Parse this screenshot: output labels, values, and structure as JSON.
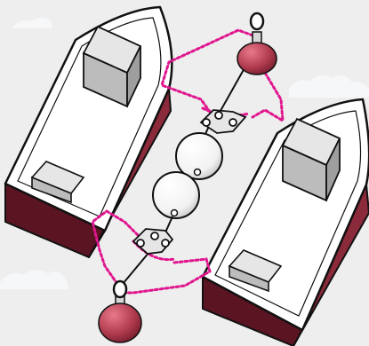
{
  "diagram": {
    "subject": "twin-boat-rafting-with-fender-buoys",
    "colors": {
      "background": "#eeeeee",
      "cloud": "#f5f6f8",
      "hull_dark": "#5b1422",
      "hull_mid": "#8a2a3a",
      "deck": "#ffffff",
      "cabin_top": "#e5e5e5",
      "cabin_side": "#b3b3b3",
      "outline": "#111111",
      "rope": "#e0168e",
      "buoy": "#b03a4e",
      "fender": "#ffffff"
    },
    "parts": {
      "left_boat": "boat",
      "right_boat": "boat",
      "fenders": 2,
      "mooring_buoys": 2,
      "shackles": 2
    }
  }
}
